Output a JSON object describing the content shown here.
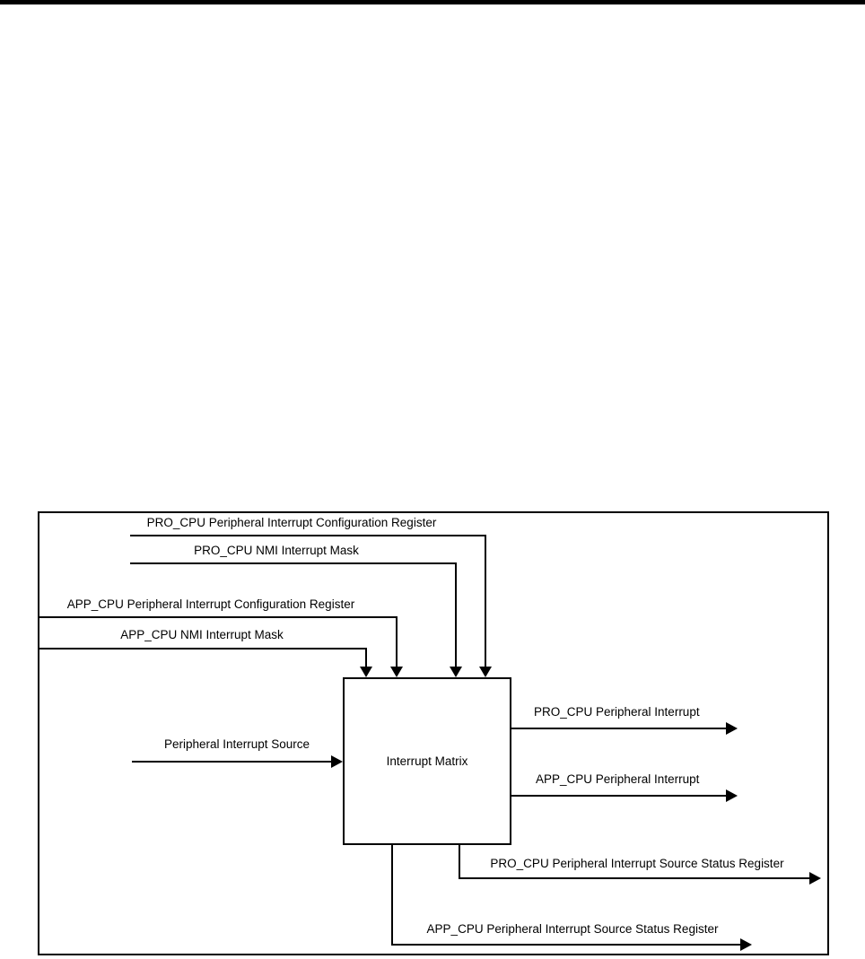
{
  "colors": {
    "line": "#000000",
    "text": "#000000",
    "background": "#ffffff"
  },
  "figure": {
    "box_label": "Interrupt Matrix",
    "top_inputs": [
      {
        "label": "PRO_CPU Peripheral Interrupt Configuration Register"
      },
      {
        "label": "PRO_CPU NMI Interrupt Mask"
      },
      {
        "label": "APP_CPU Peripheral Interrupt Configuration Register"
      },
      {
        "label": "APP_CPU NMI Interrupt Mask"
      }
    ],
    "left_input": {
      "label": "Peripheral Interrupt Source"
    },
    "right_outputs": [
      {
        "label": "PRO_CPU Peripheral Interrupt"
      },
      {
        "label": "APP_CPU Peripheral Interrupt"
      }
    ],
    "bottom_outputs": [
      {
        "label": "PRO_CPU Peripheral Interrupt Source Status Register"
      },
      {
        "label": "APP_CPU Peripheral Interrupt Source Status Register"
      }
    ]
  }
}
